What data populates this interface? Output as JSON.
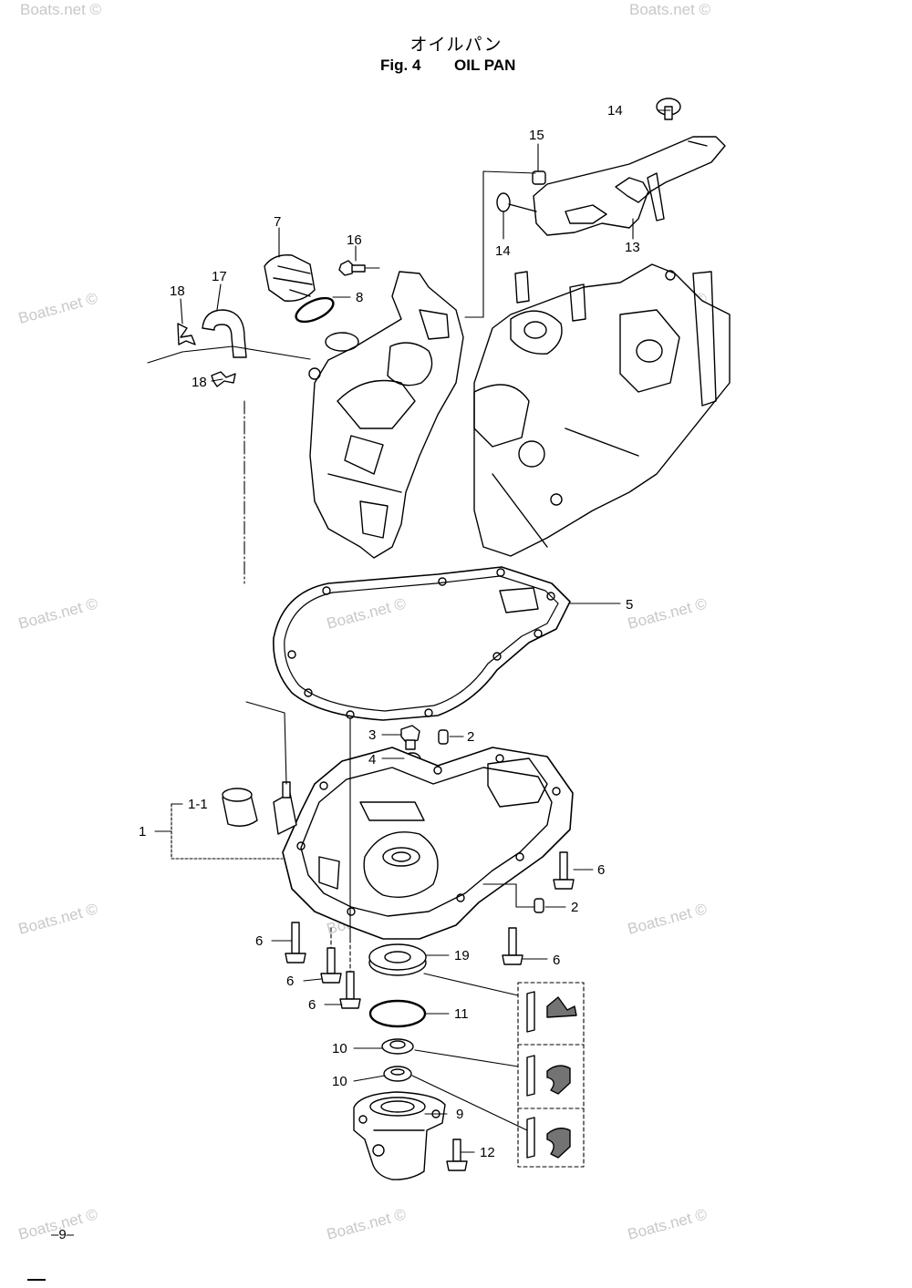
{
  "header": {
    "title_jp": "オイルパン",
    "fig_label": "Fig. 4",
    "title_en": "OIL PAN"
  },
  "callouts": {
    "c14a": "14",
    "c15": "15",
    "c14b": "14",
    "c13": "13",
    "c7": "7",
    "c16": "16",
    "c17": "17",
    "c18a": "18",
    "c8": "8",
    "c18b": "18",
    "c5": "5",
    "c3": "3",
    "c2a": "2",
    "c4": "4",
    "c11": "1-1",
    "c1": "1",
    "c6a": "6",
    "c2b": "2",
    "c6b": "6",
    "c19": "19",
    "c6c": "6",
    "c6d": "6",
    "c6e": "6",
    "c11b": "11",
    "c10a": "10",
    "c10b": "10",
    "c9": "9",
    "c12": "12"
  },
  "watermark": "Boats.net ©",
  "footer": {
    "page": "–9–"
  },
  "colors": {
    "ink": "#000000",
    "watermark": "#c8c8c8"
  }
}
